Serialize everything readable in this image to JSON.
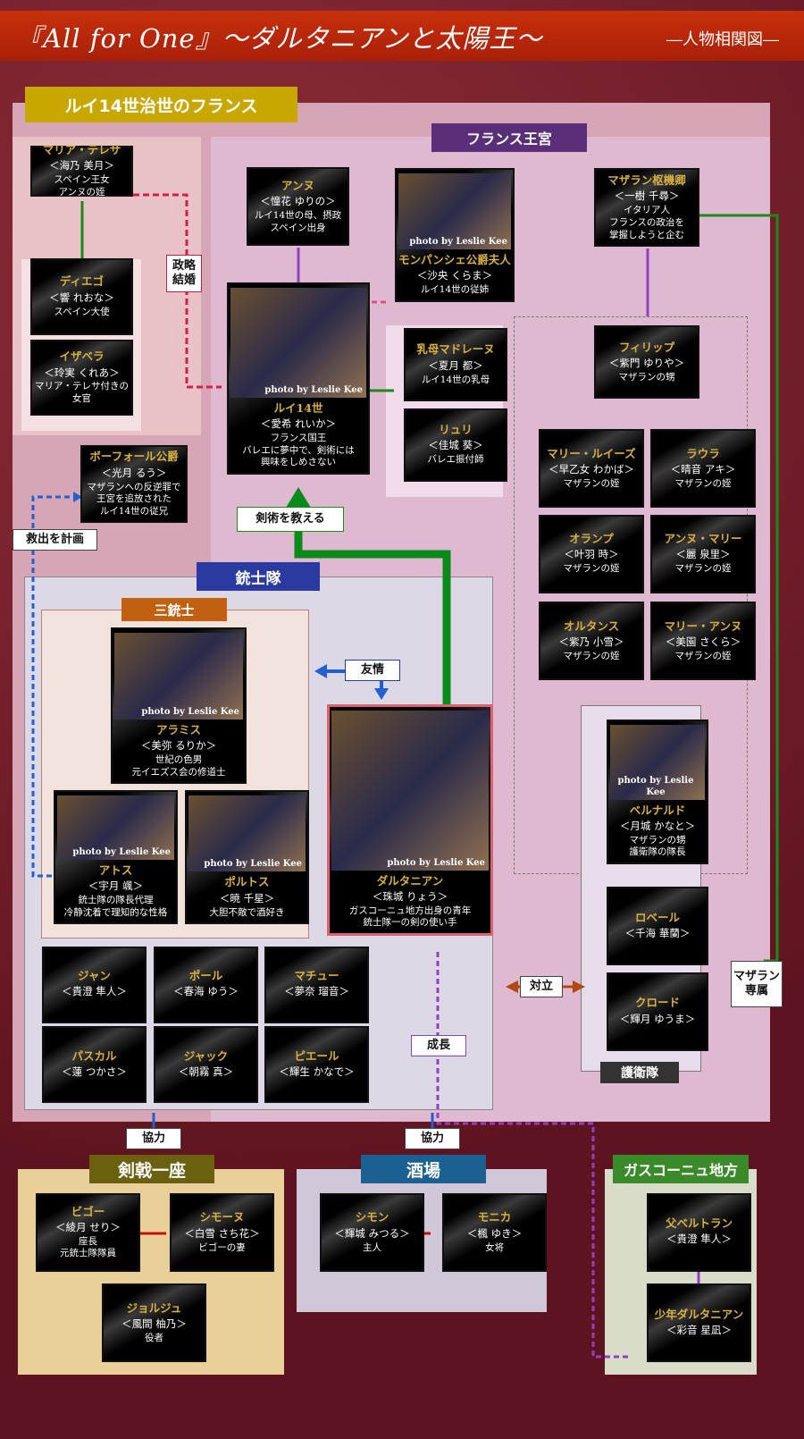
{
  "header": {
    "title": "『All for One』～ダルタニアンと太陽王～",
    "subtitle": "―人物相関図―"
  },
  "sections": {
    "france": "ルイ14世治世のフランス",
    "palace": "フランス王宮",
    "musketeers": "銃士隊",
    "three": "三銃士",
    "guard": "護衛隊",
    "troupe": "剣戟一座",
    "tavern": "酒場",
    "gascogne": "ガスコーニュ地方"
  },
  "relations": {
    "marriage": "政略\n結婚",
    "teach": "剣術を教える",
    "rescue": "救出を計画",
    "friendship": "友情",
    "rivalry": "対立",
    "mazarin_own": "マザラン\n専属",
    "growth": "成長",
    "coop1": "協力",
    "coop2": "協力"
  },
  "photo_credit": "photo by Leslie Kee",
  "characters": [
    {
      "id": "maria",
      "name": "マリア・テレサ",
      "actor": "＜海乃 美月＞",
      "desc": "スペイン王女\nアンヌの姪"
    },
    {
      "id": "diego",
      "name": "ディエゴ",
      "actor": "＜響 れおな＞",
      "desc": "スペイン大使"
    },
    {
      "id": "isabella",
      "name": "イザベラ",
      "actor": "＜玲実 くれあ＞",
      "desc": "マリア・テレサ付きの\n女官"
    },
    {
      "id": "anne",
      "name": "アンヌ",
      "actor": "＜憧花 ゆりの＞",
      "desc": "ルイ14世の母、摂政\nスペイン出身"
    },
    {
      "id": "montpensier",
      "name": "モンパンシェ公爵夫人",
      "actor": "＜沙央 くらま＞",
      "desc": "ルイ14世の従姉",
      "photo": true
    },
    {
      "id": "louis",
      "name": "ルイ14世",
      "actor": "＜愛希 れいか＞",
      "desc": "フランス国王\nバレエに夢中で、剣術には\n興味をしめさない",
      "photo": true
    },
    {
      "id": "madeleine",
      "name": "乳母マドレーヌ",
      "actor": "＜夏月 都＞",
      "desc": "ルイ14世の乳母"
    },
    {
      "id": "lully",
      "name": "リュリ",
      "actor": "＜佳城 葵＞",
      "desc": "バレエ振付師"
    },
    {
      "id": "mazarin",
      "name": "マザラン枢機卿",
      "actor": "＜一樹 千尋＞",
      "desc": "イタリア人\nフランスの政治を\n掌握しようと企む"
    },
    {
      "id": "philippe",
      "name": "フィリップ",
      "actor": "＜紫門 ゆりや＞",
      "desc": "マザランの甥"
    },
    {
      "id": "marielouise",
      "name": "マリー・ルイーズ",
      "actor": "＜早乙女 わかば＞",
      "desc": "マザランの姪"
    },
    {
      "id": "laura",
      "name": "ラウラ",
      "actor": "＜晴音 アキ＞",
      "desc": "マザランの姪"
    },
    {
      "id": "olympe",
      "name": "オランプ",
      "actor": "＜叶羽 時＞",
      "desc": "マザランの姪"
    },
    {
      "id": "annemarie",
      "name": "アンヌ・マリー",
      "actor": "＜麗 泉里＞",
      "desc": "マザランの姪"
    },
    {
      "id": "hortense",
      "name": "オルタンス",
      "actor": "＜紫乃 小雪＞",
      "desc": "マザランの姪"
    },
    {
      "id": "marieanne",
      "name": "マリー・アンヌ",
      "actor": "＜美園 さくら＞",
      "desc": "マザランの姪"
    },
    {
      "id": "beaufort",
      "name": "ボーフォール公爵",
      "actor": "＜光月 るう＞",
      "desc": "マザランへの反逆罪で\n王宮を追放された\nルイ14世の従兄"
    },
    {
      "id": "aramis",
      "name": "アラミス",
      "actor": "＜美弥 るりか＞",
      "desc": "世紀の色男\n元イエズス会の修道士",
      "photo": true
    },
    {
      "id": "athos",
      "name": "アトス",
      "actor": "＜宇月 颯＞",
      "desc": "銃士隊の隊長代理\n冷静沈着で理知的な性格",
      "photo": true
    },
    {
      "id": "porthos",
      "name": "ポルトス",
      "actor": "＜暁 千星＞",
      "desc": "大胆不敵で酒好き",
      "photo": true
    },
    {
      "id": "dartagnan",
      "name": "ダルタニアン",
      "actor": "＜珠城 りょう＞",
      "desc": "ガスコーニュ地方出身の青年\n銃士隊一の剣の使い手",
      "photo": true
    },
    {
      "id": "bernard",
      "name": "ベルナルド",
      "actor": "＜月城 かなと＞",
      "desc": "マザランの甥\n護衛隊の隊長",
      "photo": true
    },
    {
      "id": "robert",
      "name": "ロベール",
      "actor": "＜千海 華蘭＞",
      "desc": ""
    },
    {
      "id": "claude",
      "name": "クロード",
      "actor": "＜輝月 ゆうま＞",
      "desc": ""
    },
    {
      "id": "jean",
      "name": "ジャン",
      "actor": "＜貴澄 隼人＞",
      "desc": ""
    },
    {
      "id": "paul",
      "name": "ポール",
      "actor": "＜春海 ゆう＞",
      "desc": ""
    },
    {
      "id": "mathieu",
      "name": "マチュー",
      "actor": "＜夢奈 瑠音＞",
      "desc": ""
    },
    {
      "id": "pascal",
      "name": "パスカル",
      "actor": "＜蓮 つかさ＞",
      "desc": ""
    },
    {
      "id": "jacques",
      "name": "ジャック",
      "actor": "＜朝霧 真＞",
      "desc": ""
    },
    {
      "id": "pierre",
      "name": "ピエール",
      "actor": "＜輝生 かなで＞",
      "desc": ""
    },
    {
      "id": "bigot",
      "name": "ビゴー",
      "actor": "＜綾月 せり＞",
      "desc": "座長\n元銃士隊隊員"
    },
    {
      "id": "simone",
      "name": "シモーヌ",
      "actor": "＜白雪 さち花＞",
      "desc": "ビゴーの妻"
    },
    {
      "id": "georges",
      "name": "ジョルジュ",
      "actor": "＜風間 柚乃＞",
      "desc": "役者"
    },
    {
      "id": "simon",
      "name": "シモン",
      "actor": "＜輝城 みつる＞",
      "desc": "主人"
    },
    {
      "id": "monica",
      "name": "モニカ",
      "actor": "＜楓 ゆき＞",
      "desc": "女将"
    },
    {
      "id": "father",
      "name": "父ベルトラン",
      "actor": "＜貴澄 隼人＞",
      "desc": ""
    },
    {
      "id": "young",
      "name": "少年ダルタニアン",
      "actor": "＜彩音 星凪＞",
      "desc": ""
    }
  ],
  "colors": {
    "header": "#c0290a",
    "france_label": "#c8a800",
    "palace_label": "#5a2e78",
    "musketeer_label": "#2a3aa0",
    "three_label": "#c06010",
    "troupe_label": "#6a6010",
    "tavern_label": "#1a6090",
    "gascogne_label": "#3a8a2a"
  }
}
